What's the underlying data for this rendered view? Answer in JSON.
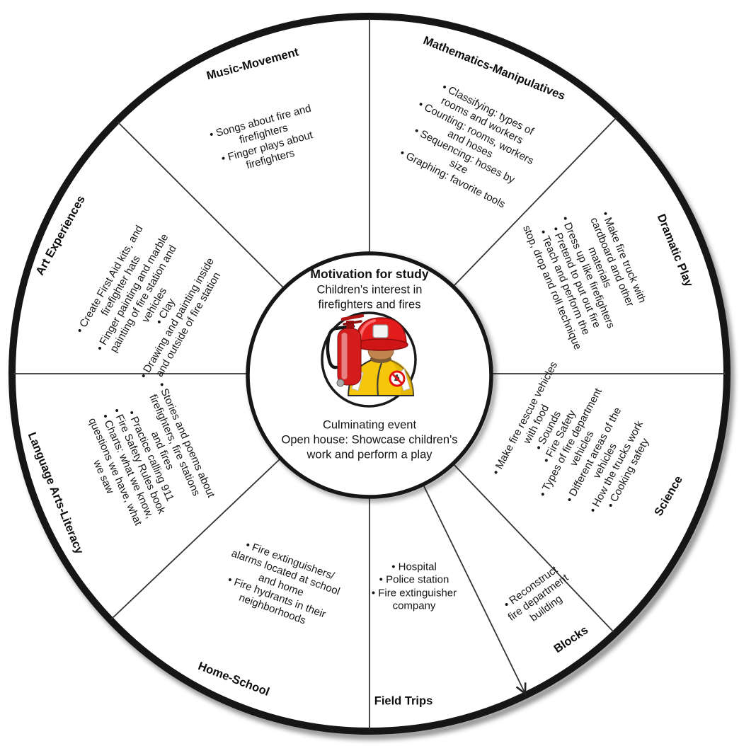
{
  "diagram": {
    "title_hidden": "",
    "center": {
      "motivation_heading": "Motivation for study",
      "motivation_text": "Children's interest in firefighters and fires",
      "icon": "firefighter-with-fire-extinguisher-icon",
      "icon_colors": {
        "helmet": "#e51c1c",
        "jacket": "#f5c60a",
        "extinguisher": "#d41c1c"
      },
      "culminating_heading": "Culminating event",
      "culminating_text": "Open house: Showcase children's work and perform a play"
    },
    "segments": [
      {
        "label": "Music-Movement",
        "items": [
          "Songs about fire and firefighters",
          "Finger plays about firefighters"
        ]
      },
      {
        "label": "Mathematics-Manipulatives",
        "items": [
          "Classifying: types of rooms and workers",
          "Counting: rooms, workers and hoses",
          "Sequencing: hoses by size",
          "Graphing: favorite tools"
        ]
      },
      {
        "label": "Dramatic Play",
        "items": [
          "Make fire truck with cardboard and other materials",
          "Dress up like firefighters",
          "Pretend to put out fire",
          "Teach and perform the stop, drop and roll technique"
        ]
      },
      {
        "label": "Science",
        "items": [
          "Make fire rescue vehicles with food",
          "Sounds",
          "Fire Safety",
          "Types of fire department vehicles",
          "Different areas of the vehicles",
          "How the trucks work",
          "Cooking safety"
        ]
      },
      {
        "label": "Blocks",
        "items": [
          "Reconstruct fire department building"
        ]
      },
      {
        "label": "Field Trips",
        "items": [
          "Hospital",
          "Police station",
          "Fire extinguisher company"
        ]
      },
      {
        "label": "Home-School",
        "items": [
          "Fire extinguishers/ alarms located at school and home",
          "Fire hydrants in their neighborhoods"
        ]
      },
      {
        "label": "Language Arts-Literacy",
        "items": [
          "Stories and poems about firefighters, fire stations and fires",
          "Practice calling 911",
          "Fire Safety Rules book",
          "Charts: what we know, questions we have, what we saw"
        ]
      },
      {
        "label": "Art Experiences",
        "items": [
          "Create First Aid kits, and firefighter hats",
          "Finger painting and marble painting of fire station and vehicles",
          "Clay",
          "Drawing and painting inside and outside of fire station"
        ]
      }
    ],
    "line_color": "#333333",
    "ring_color": "#161616"
  }
}
